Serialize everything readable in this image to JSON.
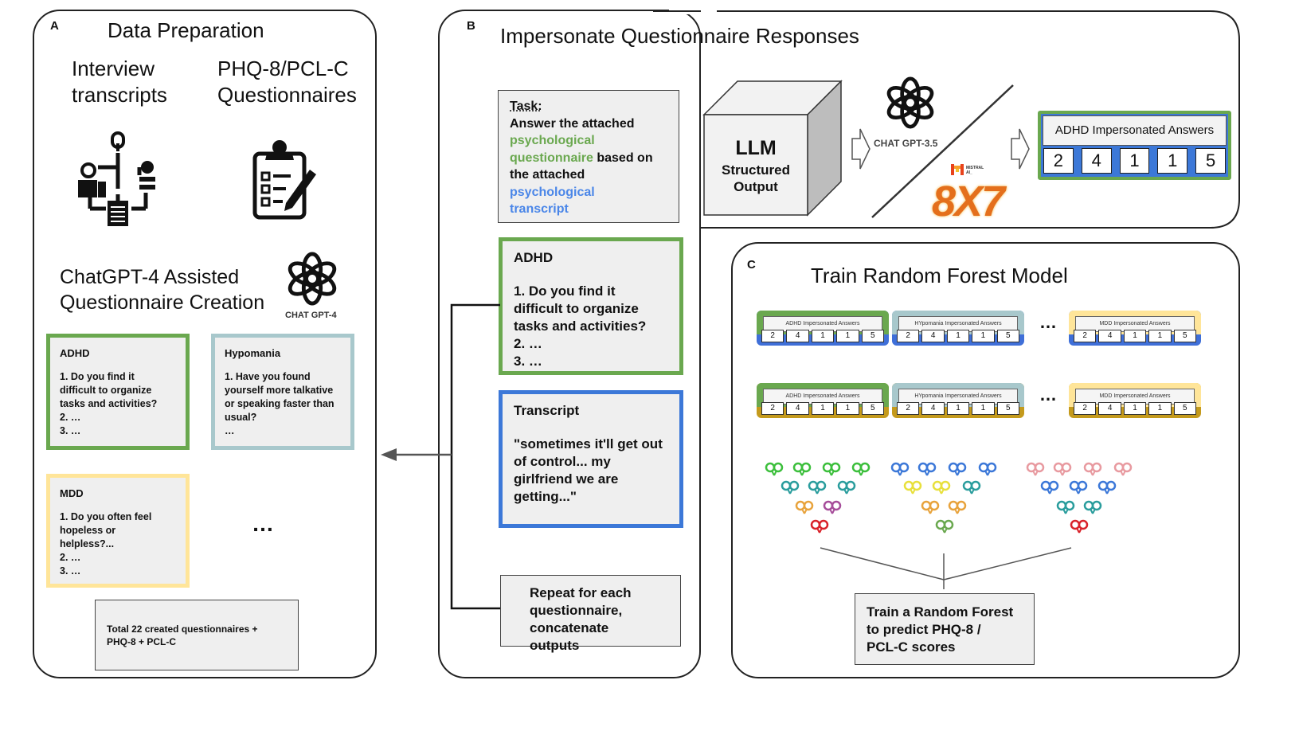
{
  "panel_a": {
    "letter": "A",
    "title": "Data Preparation",
    "col1_title": "Interview\ntranscripts",
    "col2_title": "PHQ-8/PCL-C\nQuestionnaires",
    "creation_title": "ChatGPT-4 Assisted\nQuestionnaire Creation",
    "logo_caption": "CHAT GPT-4",
    "cards": [
      {
        "header": "ADHD",
        "body": "1. Do you find it\ndifficult to organize\ntasks and activities?\n2. …\n3. …",
        "color": "#6aa84f"
      },
      {
        "header": "Hypomania",
        "body": "1. Have you found\nyourself more talkative\nor speaking faster than\nusual?\n…",
        "color": "#a8c8cc"
      },
      {
        "header": "MDD",
        "body": "1. Do you often feel\nhopeless or\nhelpless?...\n2. …\n3. …",
        "color": "#ffe599"
      }
    ],
    "ellipsis": "…",
    "total_box": "Total 22 created questionnaires +\nPHQ-8 + PCL-C"
  },
  "panel_b": {
    "letter": "B",
    "title": "Impersonate Questionnaire Responses",
    "task_label": "Task:",
    "task_line1": "Answer the attached",
    "task_green": "psychological\nquestionnaire",
    "task_line2": " based on\nthe attached",
    "task_blue": "psychological\ntranscript",
    "llm_title": "LLM",
    "llm_sub": "Structured\nOutput",
    "chatgpt_caption": "CHAT GPT-3.5",
    "mistral_caption": "MISTRAL AI_",
    "mistral_big": "8X7",
    "answers_label": "ADHD Impersonated Answers",
    "answers": [
      "2",
      "4",
      "1",
      "1",
      "5"
    ],
    "adhd_card_header": "ADHD",
    "adhd_card_body": "1. Do you find it\ndifficult to organize\ntasks and activities?\n2. …\n3. …",
    "transcript_header": "Transcript",
    "transcript_body": "\"sometimes it'll get out\nof control... my\ngirlfriend we are\ngetting...\"",
    "repeat_box": "Repeat for each\nquestionnaire,\nconcatenate outputs",
    "colors": {
      "green": "#6aa84f",
      "blue": "#3c78d8"
    }
  },
  "panel_c": {
    "letter": "C",
    "title": "Train Random Forest Model",
    "row1": [
      {
        "label": "ADHD Impersonated Answers",
        "values": [
          "2",
          "4",
          "1",
          "1",
          "5"
        ]
      },
      {
        "label": "HYpomania Impersonated Answers",
        "values": [
          "2",
          "4",
          "1",
          "1",
          "5"
        ]
      },
      {
        "label": "MDD Impersonated Answers",
        "values": [
          "2",
          "4",
          "1",
          "1",
          "5"
        ]
      }
    ],
    "row2": [
      {
        "label": "ADHD Impersonated Answers",
        "values": [
          "2",
          "4",
          "1",
          "1",
          "5"
        ]
      },
      {
        "label": "HYpomania Impersonated Answers",
        "values": [
          "2",
          "4",
          "1",
          "1",
          "5"
        ]
      },
      {
        "label": "MDD Impersonated Answers",
        "values": [
          "2",
          "4",
          "1",
          "1",
          "5"
        ]
      }
    ],
    "ellipsis": "…",
    "train_box": "Train a Random Forest\nto predict PHQ-8 /\nPCL-C scores"
  }
}
